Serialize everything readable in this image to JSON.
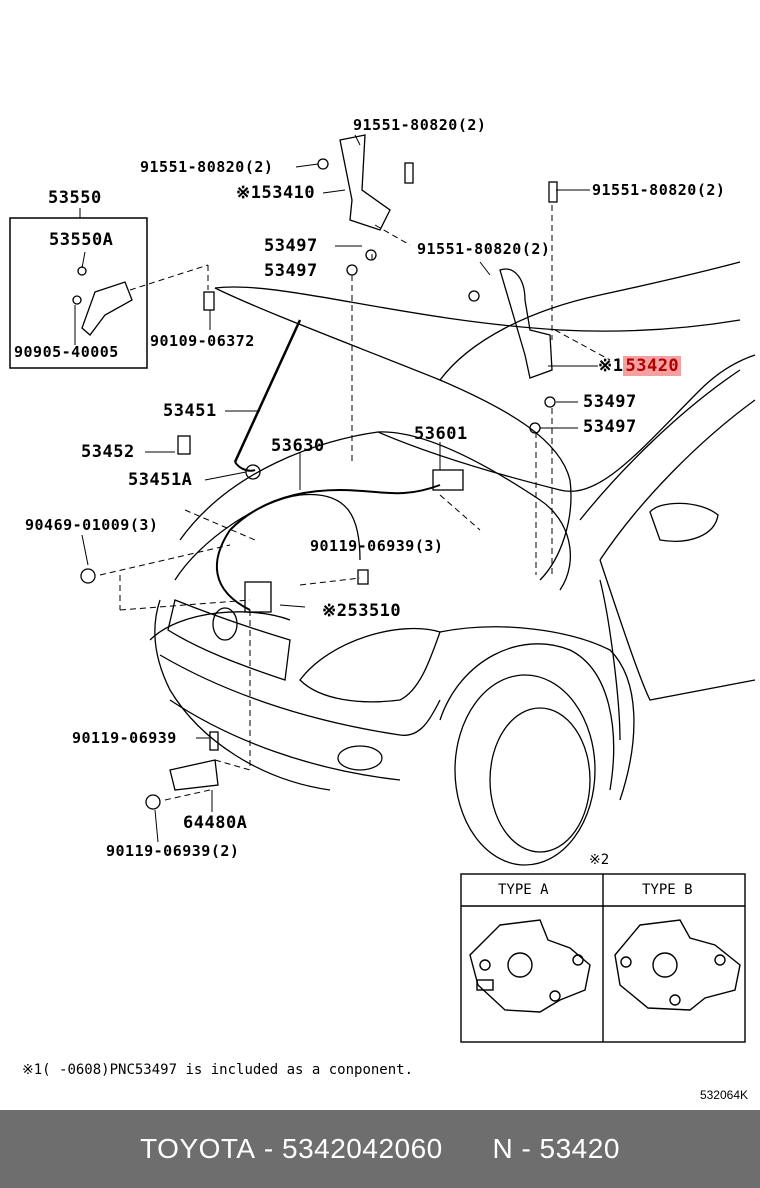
{
  "labels": {
    "p53550": "53550",
    "p53550a": "53550A",
    "p90905": "90905-40005",
    "p91551_a": "91551-80820(2)",
    "p91551_b": "91551-80820(2)",
    "p91551_c": "91551-80820(2)",
    "p91551_d": "91551-80820(2)",
    "p53410": "※153410",
    "p53497_a": "53497",
    "p53497_b": "53497",
    "p53497_c": "53497",
    "p53497_d": "53497",
    "p90109": "90109-06372",
    "p53420_mark": "※1",
    "p53420": "53420",
    "p53451": "53451",
    "p53452": "53452",
    "p53451a": "53451A",
    "p53630": "53630",
    "p53601": "53601",
    "p90469": "90469-01009(3)",
    "p90119_3": "90119-06939(3)",
    "p53510": "※253510",
    "p90119_1": "90119-06939",
    "p64480a": "64480A",
    "p90119_2": "90119-06939(2)"
  },
  "inset": {
    "title": "※2",
    "type_a": "TYPE A",
    "type_b": "TYPE B"
  },
  "footnote": "※1(    -0608)PNC53497 is included as a conponent.",
  "diagram_code": "532064K",
  "footer": {
    "brand": "TOYOTA",
    "part_number": "5342042060",
    "pnc": "N - 53420"
  },
  "colors": {
    "highlight_bg": "#f4a0a0",
    "highlight_text": "#b00000",
    "footer_bg": "#6e6e6e"
  }
}
